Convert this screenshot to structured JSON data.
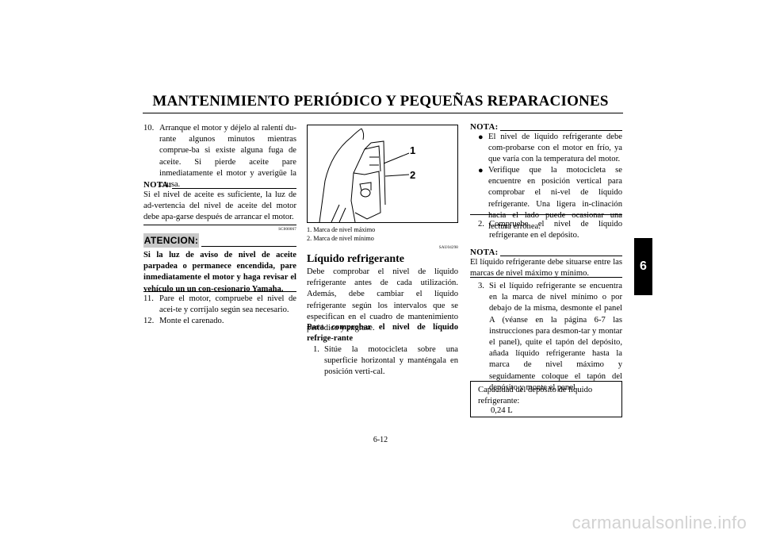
{
  "header": {
    "title": "MANTENIMIENTO PERIÓDICO Y PEQUEÑAS REPARACIONES"
  },
  "chapter_tab": "6",
  "col1": {
    "item10": {
      "num": "10.",
      "text": "Arranque el motor y déjelo al ralentí du-rante algunos minutos mientras comprue-ba si existe alguna fuga de aceite. Si pierde aceite pare inmediatamente el motor y averigüe la causa."
    },
    "nota_label": "NOTA:",
    "nota_text": "Si el nivel de aceite es suficiente, la luz de ad-vertencia del nivel de aceite del motor debe apa-garse después de arrancar el motor.",
    "code": "SC000067",
    "atencion_label": "ATENCION:",
    "atencion_text": "Si la luz de aviso de nivel de aceite parpadea o permanece encendida, pare inmediatamente el motor y haga revisar el vehículo un un con-cesionario Yamaha.",
    "item11": {
      "num": "11.",
      "text": "Pare el motor, compruebe el nivel de acei-te y corríjalo según sea necesario."
    },
    "item12": {
      "num": "12.",
      "text": "Monte el carenado."
    }
  },
  "col2": {
    "figure_labels": [
      "1",
      "2"
    ],
    "captions": [
      "1.  Marca de nivel máximo",
      "2.  Marca de nivel mínimo"
    ],
    "code": "SAU04298",
    "heading": "Líquido refrigerante",
    "intro": "Debe comprobar el nivel de líquido refrigerante antes de cada utilización. Además, debe cambiar el líquido refrigerante según los intervalos que se especifican en el cuadro de mantenimiento periódico y engrase.",
    "subheading": "Para comprobar el nivel de líquido refrige-rante",
    "step1": {
      "num": "1.",
      "text": "Sitúe la motocicleta sobre una superficie horizontal y manténgala en posición verti-cal."
    }
  },
  "col3": {
    "nota1_label": "NOTA:",
    "bullets": [
      "El nivel de líquido refrigerante debe com-probarse con el motor en frío, ya que varía con la temperatura del motor.",
      "Verifique que la motocicleta se encuentre en posición vertical para comprobar el ni-vel de líquido refrigerante. Una ligera in-clinación hacia el lado puede ocasionar una lectura errónea."
    ],
    "step2": {
      "num": "2.",
      "text": "Compruebe el nivel de líquido refrigerante en el depósito."
    },
    "nota2_label": "NOTA:",
    "nota2_text": "El líquido refrigerante debe situarse entre las marcas de nivel máximo y mínimo.",
    "step3": {
      "num": "3.",
      "text": "Si el líquido refrigerante se encuentra en la marca de nivel mínimo o por debajo de la misma, desmonte el panel A (véanse en la página 6-7 las instrucciones para desmon-tar y montar el panel), quite el tapón del depósito, añada líquido refrigerante hasta la marca de nivel máximo y seguidamente coloque el tapón del depósito y monte el panel."
    },
    "capacity_label": "Capacidad del depósito de líquido refrigerante:",
    "capacity_value": "0,24 L"
  },
  "page_number": "6-12",
  "watermark": "carmanualsonline.info"
}
